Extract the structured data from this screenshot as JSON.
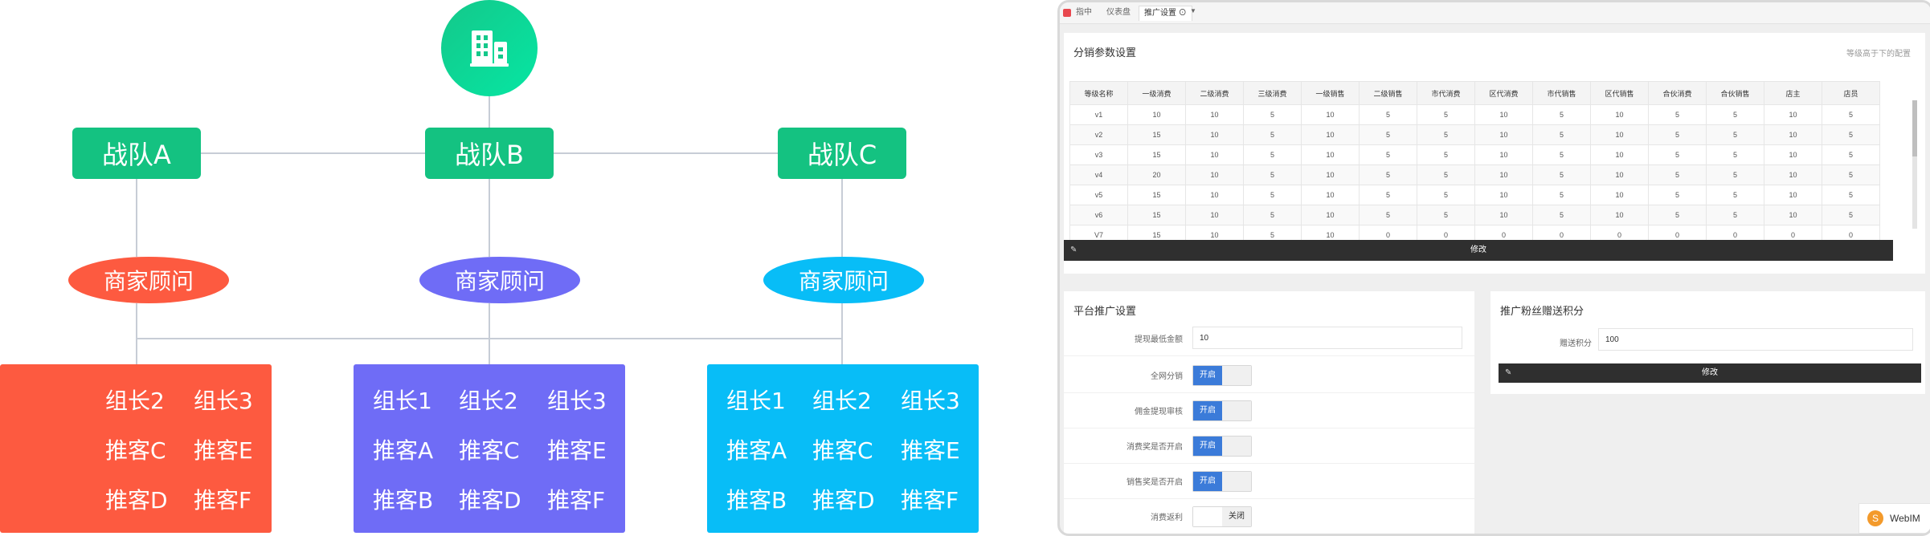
{
  "org": {
    "hq_icon": "building-icon",
    "teams": [
      "战队A",
      "战队B",
      "战队C"
    ],
    "advisors": [
      "商家顾问",
      "商家顾问",
      "商家顾问"
    ],
    "groups": [
      {
        "color": "#fd5a40",
        "rows": [
          [
            "",
            "组长2",
            "组长3"
          ],
          [
            "",
            "推客C",
            "推客E"
          ],
          [
            "",
            "推客D",
            "推客F"
          ]
        ]
      },
      {
        "color": "#6f6cf6",
        "rows": [
          [
            "组长1",
            "组长2",
            "组长3"
          ],
          [
            "推客A",
            "推客C",
            "推客E"
          ],
          [
            "推客B",
            "推客D",
            "推客F"
          ]
        ]
      },
      {
        "color": "#08bdf7",
        "rows": [
          [
            "组长1",
            "组长2",
            "组长3"
          ],
          [
            "推客A",
            "推客C",
            "推客E"
          ],
          [
            "推客B",
            "推客D",
            "推客F"
          ]
        ]
      }
    ],
    "colors": {
      "team": "#14c281",
      "advisor_a": "#fd5a40",
      "advisor_b": "#6f6cf6",
      "advisor_c": "#08bdf7"
    }
  },
  "admin": {
    "tabs": [
      "指中",
      "仪表盘",
      "推广设置"
    ],
    "active_tab": "推广设置",
    "params_panel": {
      "title": "分销参数设置",
      "hint": "等级高于下的配置",
      "columns": [
        "等级名称",
        "一级消费",
        "二级消费",
        "三级消费",
        "一级销售",
        "二级销售",
        "市代消费",
        "区代消费",
        "市代销售",
        "区代销售",
        "合伙消费",
        "合伙销售",
        "店主",
        "店员"
      ],
      "rows": [
        [
          "v1",
          "10",
          "10",
          "5",
          "10",
          "5",
          "5",
          "10",
          "5",
          "10",
          "5",
          "5",
          "10",
          "5"
        ],
        [
          "v2",
          "15",
          "10",
          "5",
          "10",
          "5",
          "5",
          "10",
          "5",
          "10",
          "5",
          "5",
          "10",
          "5"
        ],
        [
          "v3",
          "15",
          "10",
          "5",
          "10",
          "5",
          "5",
          "10",
          "5",
          "10",
          "5",
          "5",
          "10",
          "5"
        ],
        [
          "v4",
          "20",
          "10",
          "5",
          "10",
          "5",
          "5",
          "10",
          "5",
          "10",
          "5",
          "5",
          "10",
          "5"
        ],
        [
          "v5",
          "15",
          "10",
          "5",
          "10",
          "5",
          "5",
          "10",
          "5",
          "10",
          "5",
          "5",
          "10",
          "5"
        ],
        [
          "v6",
          "15",
          "10",
          "5",
          "10",
          "5",
          "5",
          "10",
          "5",
          "10",
          "5",
          "5",
          "10",
          "5"
        ],
        [
          "V7",
          "15",
          "10",
          "5",
          "10",
          "0",
          "0",
          "0",
          "0",
          "0",
          "0",
          "0",
          "0",
          "0"
        ]
      ],
      "edit_label": "修改"
    },
    "platform_panel": {
      "title": "平台推广设置",
      "fields": [
        {
          "label": "提现最低金额",
          "type": "input",
          "value": "10"
        },
        {
          "label": "全网分销",
          "type": "toggle",
          "on": "开启",
          "off": ""
        },
        {
          "label": "佣金提现审核",
          "type": "toggle",
          "on": "开启",
          "off": ""
        },
        {
          "label": "消费奖是否开启",
          "type": "toggle",
          "on": "开启",
          "off": ""
        },
        {
          "label": "销售奖是否开启",
          "type": "toggle",
          "on": "开启",
          "off": ""
        },
        {
          "label": "消费返利",
          "type": "toggle",
          "on": "",
          "off": "关闭"
        }
      ]
    },
    "fans_panel": {
      "title": "推广粉丝赠送积分",
      "field_label": "赠送积分",
      "field_value": "100",
      "edit_label": "修改"
    },
    "webim": "WebIM"
  }
}
